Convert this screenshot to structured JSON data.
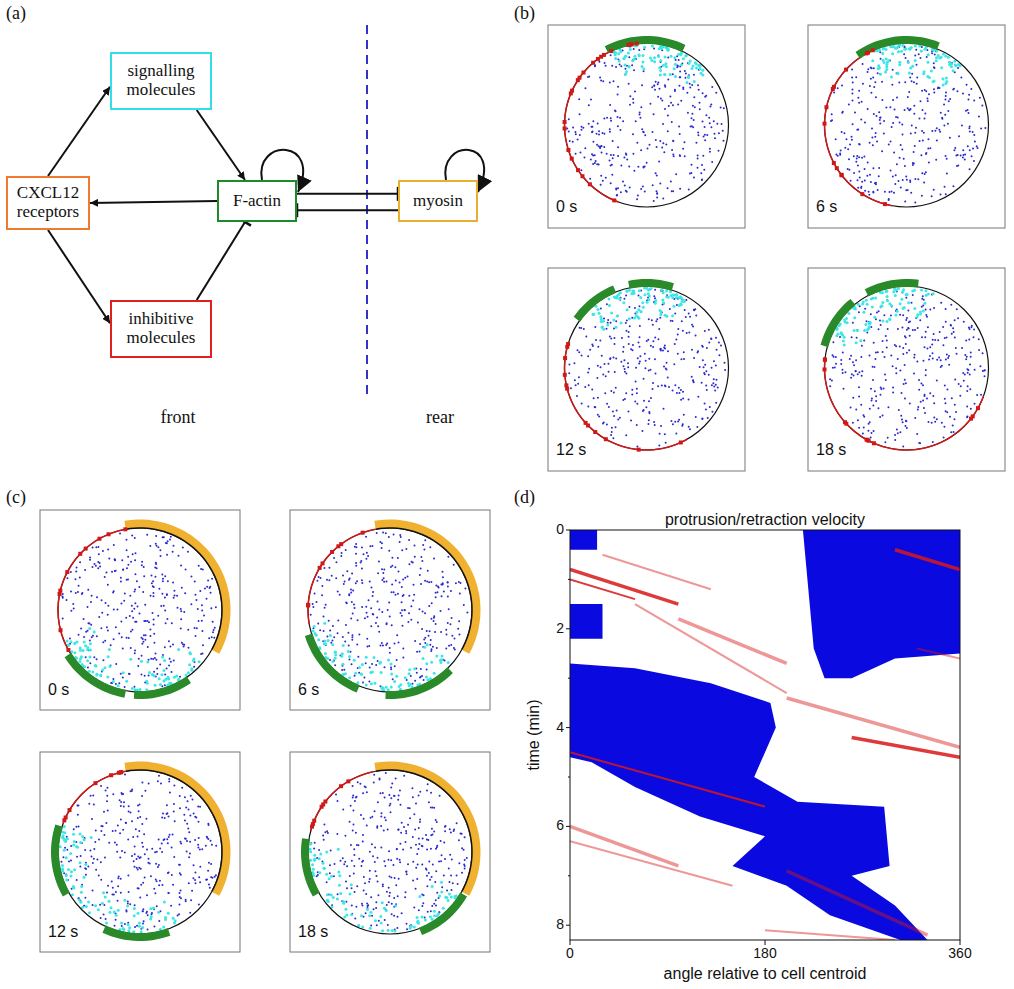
{
  "diagram": {
    "nodes": [
      {
        "text": [
          "signalling molecules"
        ]
      },
      {
        "text": [
          "CXCL12 receptors"
        ]
      },
      {
        "text": [
          "F-actin"
        ]
      },
      {
        "text": [
          "inhibitive molecules"
        ]
      },
      {
        "text": [
          "myosin"
        ]
      }
    ],
    "edges": [
      {
        "from": 1,
        "to": 0,
        "arrow": "to"
      },
      {
        "from": 0,
        "to": 2,
        "arrow": "to"
      },
      {
        "from": 2,
        "to": 1,
        "arrow": "to"
      },
      {
        "from": 1,
        "to": 3,
        "arrow": "to"
      },
      {
        "from": 3,
        "to": 2,
        "arrow": "to"
      },
      {
        "from": 2,
        "to": 4,
        "arrow": "to"
      },
      {
        "from": 4,
        "to": 2,
        "arrow": "to"
      }
    ],
    "labels": [
      "(a)",
      "front",
      "rear",
      "(b)",
      "0 s",
      "6 s",
      "12 s",
      "18 s",
      "(c)",
      "0 s",
      "6 s",
      "12 s",
      "18 s",
      "(d)",
      "protrusion/retraction velocity",
      "0",
      "2",
      "4",
      "6",
      "8",
      "time (min)",
      "0",
      "180",
      "360",
      "angle relative to cell centroid"
    ]
  }
}
